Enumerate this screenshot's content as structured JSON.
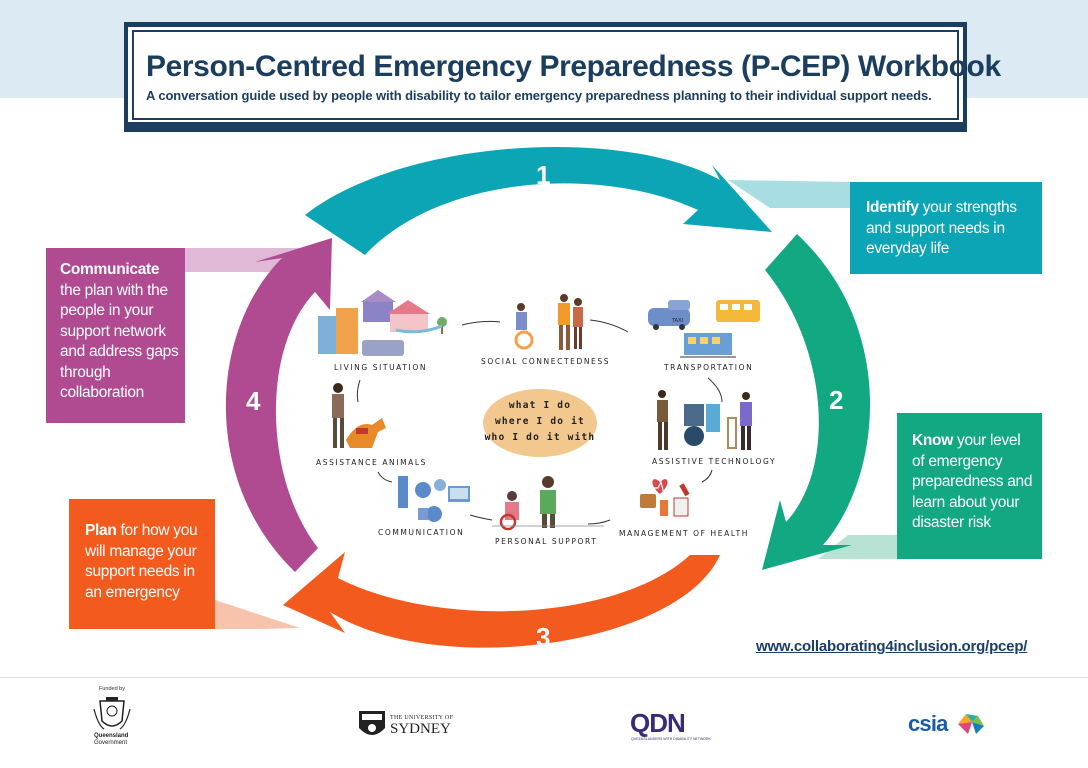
{
  "header": {
    "title_main": "Person-Centred Emergency Preparedness (P-CEP) ",
    "title_bold": "Workbook",
    "subtitle": "A conversation guide used by people with disability to tailor emergency preparedness planning to their individual support needs."
  },
  "cycle": {
    "steps": [
      {
        "number": "1",
        "keyword": "Identify",
        "text": " your strengths and support needs in everyday life",
        "color": "#0ba5b5"
      },
      {
        "number": "2",
        "keyword": "Know",
        "text": " your level of emergency preparedness and learn about your disaster risk",
        "color": "#11a882"
      },
      {
        "number": "3",
        "keyword": "Plan",
        "text": " for how you will manage your support needs in an emergency",
        "color": "#f25a1e"
      },
      {
        "number": "4",
        "keyword": "Communicate",
        "text": " the plan with the people in your support network and address gaps through collaboration",
        "color": "#b04b92"
      }
    ]
  },
  "center": {
    "lines": [
      "what I do",
      "where I do it",
      "who I do it with"
    ]
  },
  "categories": {
    "living": "LIVING SITUATION",
    "social": "SOCIAL CONNECTEDNESS",
    "transport": "TRANSPORTATION",
    "animals": "ASSISTANCE ANIMALS",
    "assistive": "ASSISTIVE TECHNOLOGY",
    "communication": "COMMUNICATION",
    "personal": "PERSONAL SUPPORT",
    "health": "MANAGEMENT OF HEALTH"
  },
  "taxi_sign": "TAXI",
  "url": "www.collaborating4inclusion.org/pcep/",
  "footer": {
    "funded_by": "Funded by",
    "qld_line1": "Queensland",
    "qld_line2": "Government",
    "sydney_small": "THE UNIVERSITY OF",
    "sydney_big": "SYDNEY",
    "qdn": "QDN",
    "qdn_sub": "QUEENSLANDERS WITH DISABILITY NETWORK",
    "csia": "csia"
  }
}
